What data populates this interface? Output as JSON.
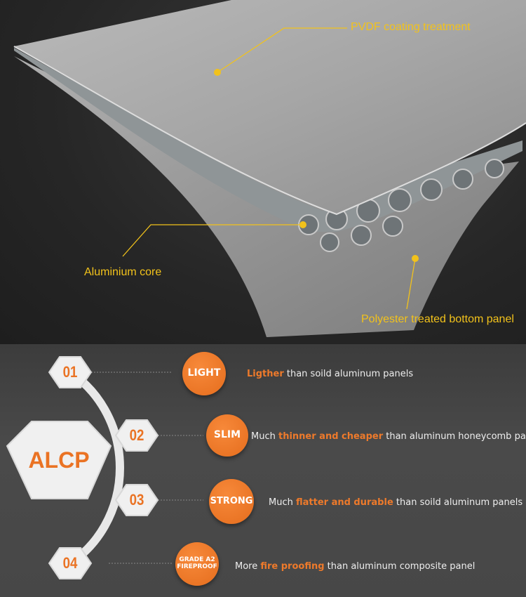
{
  "callouts": {
    "top_coating": "PVDF coating treatment",
    "core": "Aluminium core",
    "bottom_panel": "Polyester treated bottom panel"
  },
  "colors": {
    "callout": "#f2c21b",
    "accent": "#ea7324",
    "background": "#474747"
  },
  "center_label": "ALCP",
  "features": [
    {
      "number": "01",
      "badge": "LIGHT",
      "before": "",
      "highlight": "Ligther",
      "after": " than soild aluminum panels"
    },
    {
      "number": "02",
      "badge": "SLIM",
      "before": "Much ",
      "highlight": "thinner and cheaper",
      "after": " than aluminum honeycomb panel"
    },
    {
      "number": "03",
      "badge": "STRONG",
      "before": "Much ",
      "highlight": "flatter and durable",
      "after": " than soild aluminum panels"
    },
    {
      "number": "04",
      "badge": "GRADE A2 FIREPROOF",
      "badge_line1": "GRADE A2",
      "badge_line2": "FIREPROOF",
      "before": "More ",
      "highlight": "fire proofing",
      "after": " than aluminum composite panel"
    }
  ]
}
